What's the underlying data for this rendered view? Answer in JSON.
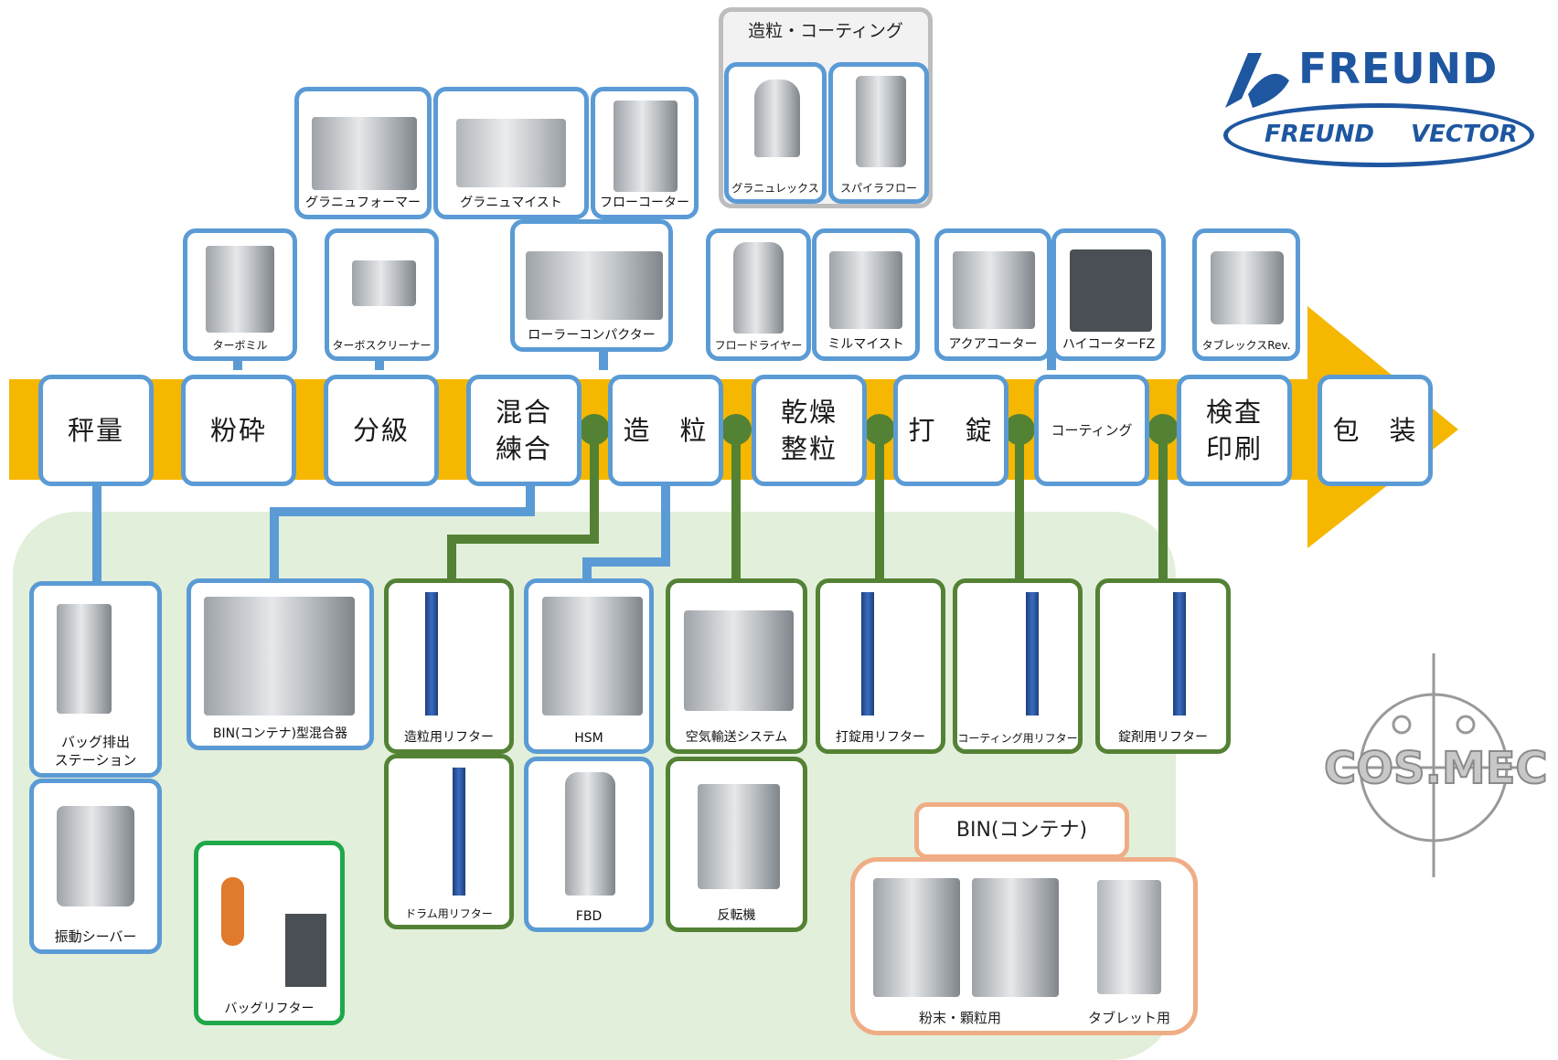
{
  "logos": {
    "freund": "FREUND",
    "freund_vector_left": "FREUND",
    "freund_vector_right": "VECTOR",
    "cosmec": "COS.MEC"
  },
  "colors": {
    "arrow": "#f5b700",
    "blue_border": "#5b9bd5",
    "green_border": "#548235",
    "bright_green_border": "#1fa84a",
    "grey_border": "#bdbdbd",
    "orange_border": "#f0ad85",
    "bg_panel": "#e2efda"
  },
  "stages": [
    {
      "label": "秤量"
    },
    {
      "label": "粉砕"
    },
    {
      "label": "分級"
    },
    {
      "label": "混合\n練合"
    },
    {
      "label": "造　粒"
    },
    {
      "label": "乾燥\n整粒"
    },
    {
      "label": "打　錠"
    },
    {
      "label": "コーティング"
    },
    {
      "label": "検査\n印刷"
    },
    {
      "label": "包　装"
    }
  ],
  "freund_products": {
    "granulation_group_title": "造粒・コーティング",
    "granurex": "グラニュレックス",
    "spiraflow": "スパイラフロー",
    "granuformer": "グラニュフォーマー",
    "granumist": "グラニュマイスト",
    "flowcoater": "フローコーター",
    "turbomill": "ターボミル",
    "turboscreener": "ターボスクリーナー",
    "roller_compactor": "ローラーコンパクター",
    "flowdryer": "フロードライヤー",
    "millmist": "ミルマイスト",
    "aquacoater": "アクアコーター",
    "hicoater": "ハイコーターFZ",
    "tablex": "タブレックスRev."
  },
  "cosmec_products": {
    "bag_station": "バッグ排出\nステーション",
    "vibro_sieve": "振動シーバー",
    "bin_mixer": "BIN(コンテナ)型混合器",
    "gran_lifter": "造粒用リフター",
    "drum_lifter": "ドラム用リフター",
    "hsm": "HSM",
    "fbd": "FBD",
    "pneumatic": "空気輸送システム",
    "inverter": "反転機",
    "tablet_lifter": "打錠用リフター",
    "coating_lifter": "コーティング用リフター",
    "tablet_agent_lifter": "錠剤用リフター",
    "bag_lifter": "バッグリフター",
    "bin_title": "BIN(コンテナ)",
    "bin_powder": "粉末・顆粒用",
    "bin_tablet": "タブレット用"
  }
}
